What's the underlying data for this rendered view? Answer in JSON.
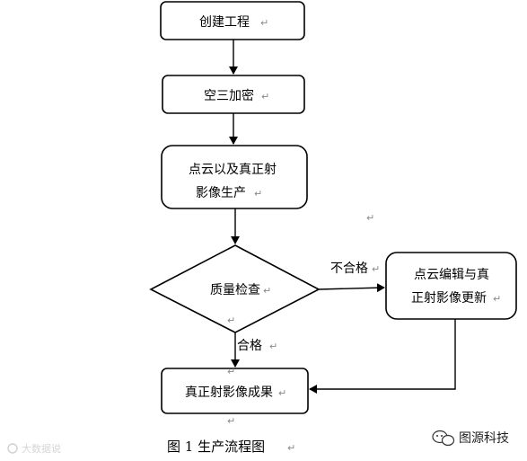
{
  "nodes": {
    "create": {
      "lines": [
        "创建工程"
      ],
      "mark": "↵"
    },
    "aerial": {
      "lines": [
        "空三加密"
      ],
      "mark": "↵"
    },
    "pointcloud": {
      "lines": [
        "点云以及真正射",
        "影像生产"
      ],
      "mark": "↵"
    },
    "quality": {
      "lines": [
        "质量检查"
      ],
      "mark": "↵"
    },
    "edit": {
      "lines": [
        "点云编辑与真",
        "正射影像更新"
      ],
      "mark": "↵"
    },
    "result": {
      "lines": [
        "真正射影像成果"
      ],
      "mark": "↵"
    }
  },
  "edges": {
    "fail_label": "不合格",
    "pass_label": "合格",
    "pass_mark": "↵"
  },
  "stray_marks": [
    "↵",
    "↵",
    "↵",
    "↵"
  ],
  "caption": {
    "text": "图 1  生产流程图",
    "mark": "↵"
  },
  "watermark_left": "大数据说",
  "watermark_right": "图源科技"
}
